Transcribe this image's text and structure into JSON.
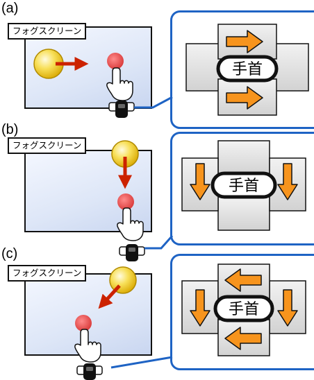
{
  "panels": [
    {
      "label": "(a)",
      "screen_label": "フォグスクリーン",
      "wrist_label": "手首"
    },
    {
      "label": "(b)",
      "screen_label": "フォグスクリーン",
      "wrist_label": "手首"
    },
    {
      "label": "(c)",
      "screen_label": "フォグスクリーン",
      "wrist_label": "手首"
    }
  ],
  "colors": {
    "callout_border": "#1e63c4",
    "arrow_fill": "#f7941d",
    "motion_arrow": "#cc2200",
    "target_dot": "#e04848",
    "ball": "#f5d21e"
  }
}
